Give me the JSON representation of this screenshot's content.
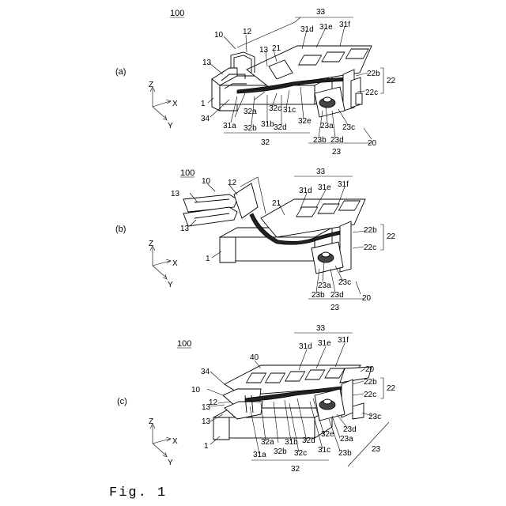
{
  "panels": [
    {
      "letter": "(a)",
      "ref_main": "100",
      "axes": {
        "z": "Z",
        "x": "X",
        "y": "Y"
      },
      "labels": [
        "33",
        "31d",
        "31e",
        "31f",
        "10",
        "12",
        "21",
        "13",
        "13",
        "22b",
        "22",
        "22c",
        "1",
        "34",
        "32a",
        "32c",
        "31c",
        "32e",
        "31a",
        "32b",
        "31b",
        "32d",
        "23a",
        "23c",
        "23b",
        "23d",
        "20",
        "23",
        "32"
      ]
    },
    {
      "letter": "(b)",
      "ref_main": "100",
      "axes": {
        "z": "Z",
        "x": "X",
        "y": "Y"
      },
      "labels": [
        "33",
        "31d",
        "31e",
        "31f",
        "13",
        "10",
        "12",
        "21",
        "13",
        "22b",
        "22",
        "22c",
        "1",
        "23a",
        "23c",
        "23b",
        "23d",
        "20",
        "23"
      ]
    },
    {
      "letter": "(c)",
      "ref_main": "100",
      "axes": {
        "z": "Z",
        "x": "X",
        "y": "Y"
      },
      "labels": [
        "33",
        "31d",
        "31e",
        "31f",
        "40",
        "34",
        "20",
        "22b",
        "22",
        "22c",
        "10",
        "12",
        "13",
        "13",
        "23c",
        "23d",
        "23a",
        "1",
        "32a",
        "32b",
        "31b",
        "32d",
        "32e",
        "32c",
        "31c",
        "23b",
        "31a",
        "23",
        "32"
      ]
    }
  ],
  "caption": "Fig. 1"
}
